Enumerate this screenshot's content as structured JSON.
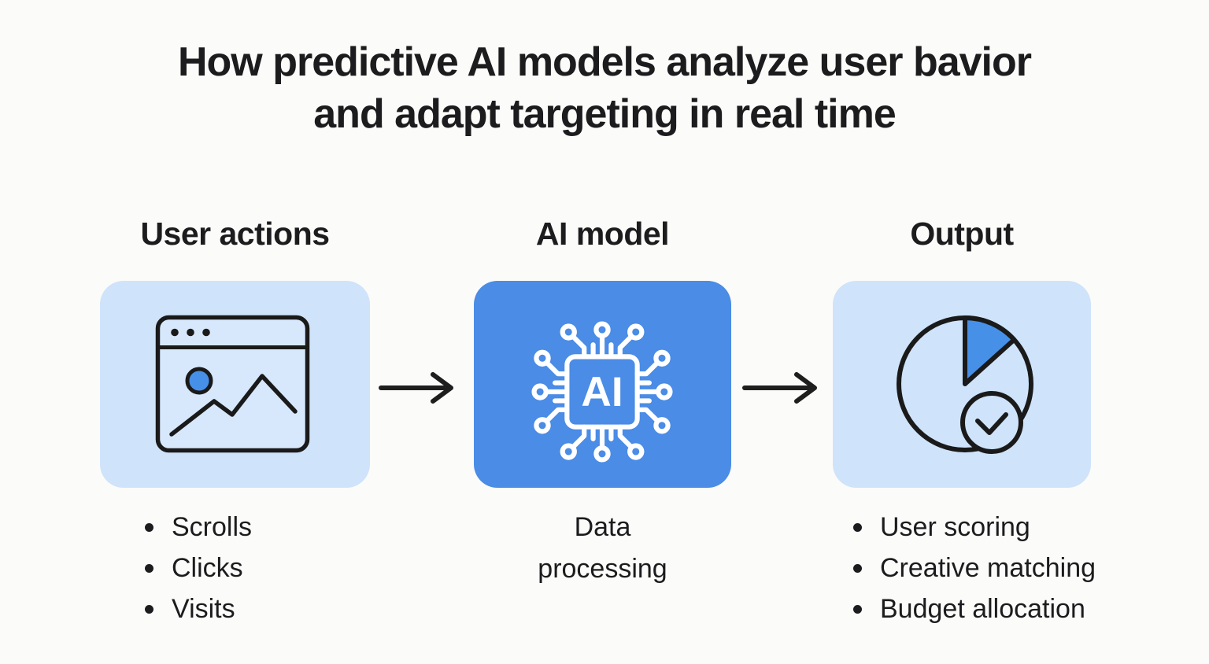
{
  "title": {
    "line1": "How predictive AI models analyze user bavior",
    "line2": "and adapt targeting in real time"
  },
  "columns": [
    {
      "heading": "User actions",
      "icon": "browser-window-image-icon",
      "items": [
        "Scrolls",
        "Clicks",
        "Visits"
      ]
    },
    {
      "heading": "AI model",
      "icon": "ai-chip-circuit-icon",
      "chip_label": "AI",
      "caption_line1": "Data",
      "caption_line2": "processing"
    },
    {
      "heading": "Output",
      "icon": "pie-chart-check-icon",
      "items": [
        "User scoring",
        "Creative matching",
        "Budget allocation"
      ]
    }
  ],
  "arrows": {
    "count": 2,
    "direction": "right"
  },
  "colors": {
    "background": "#fbfbf9",
    "card_light_blue": "#cfe3fa",
    "card_blue": "#4a8ce6",
    "accent_blue": "#4690e8",
    "stroke_dark": "#1a1a1a",
    "text": "#1c1c1e",
    "icon_white": "#ffffff"
  }
}
